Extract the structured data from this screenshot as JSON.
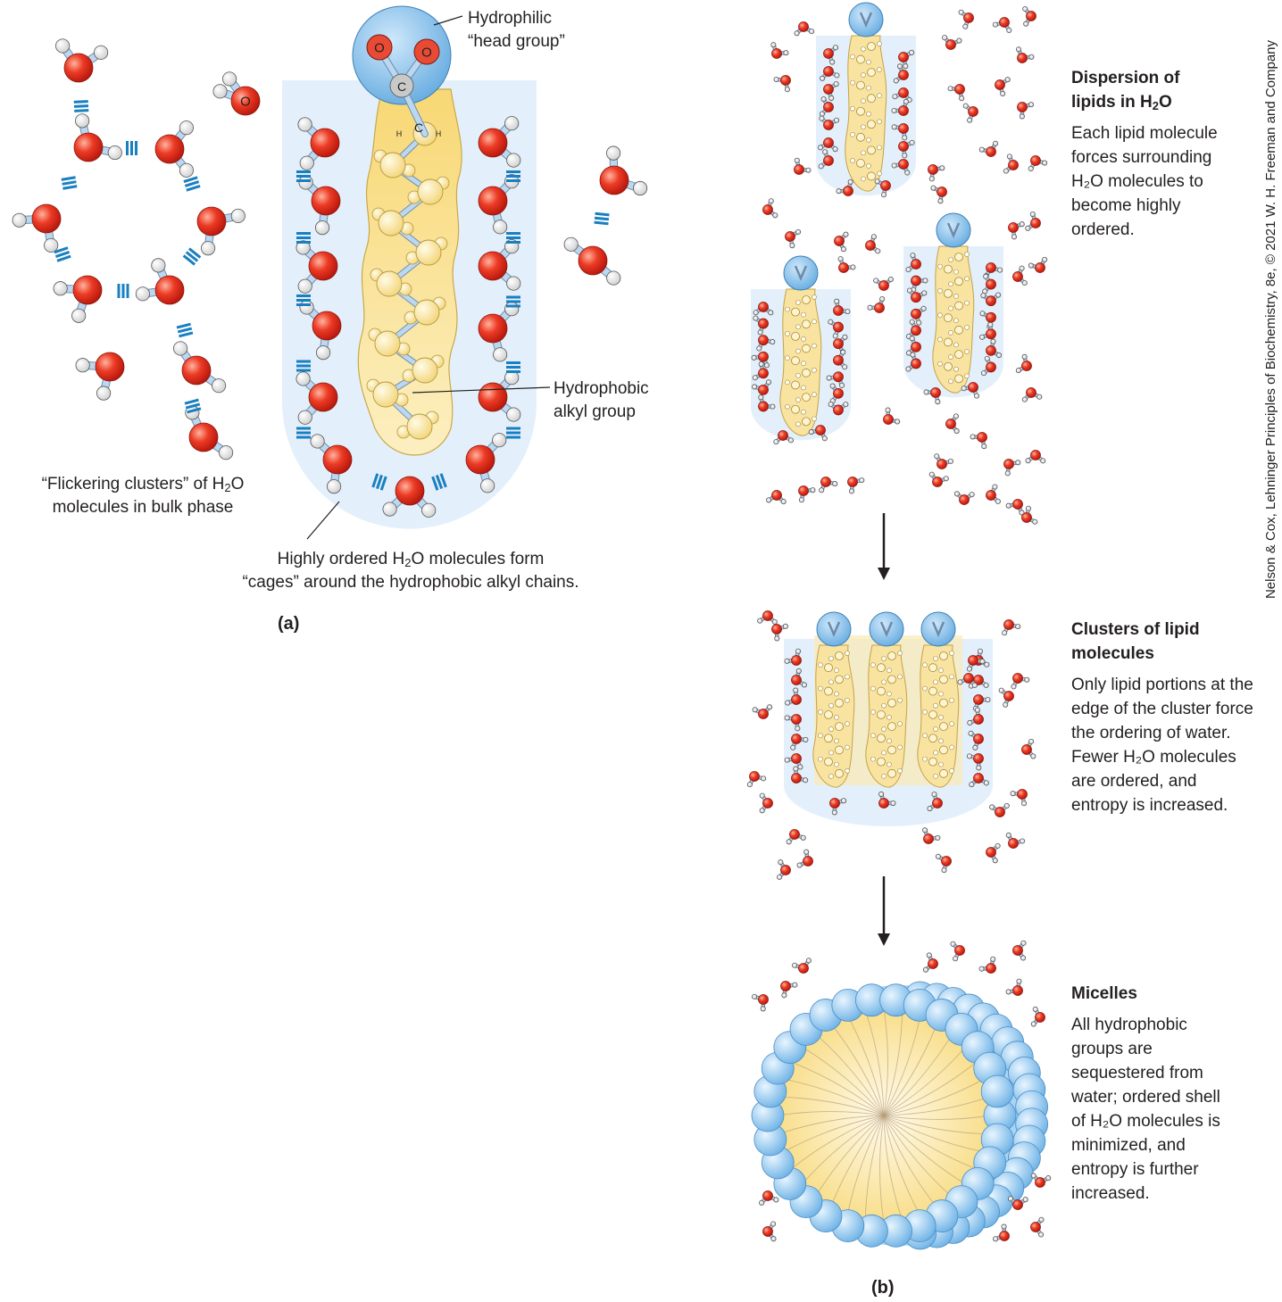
{
  "panel_a": {
    "label": "(a)",
    "head_label_line1": "Hydrophilic",
    "head_label_line2": "“head group”",
    "alkyl_label_line1": "Hydrophobic",
    "alkyl_label_line2": "alkyl group",
    "flicker_label_pre": "“Flickering clusters” of H",
    "flicker_label_sub": "2",
    "flicker_label_post": "O",
    "flicker_label_line2": "molecules in bulk phase",
    "cage_label_pre": "Highly ordered H",
    "cage_label_sub": "2",
    "cage_label_post": "O molecules form",
    "cage_label_line2": "“cages” around the hydrophobic alkyl chains.",
    "atoms": {
      "oxygen": "O",
      "carbon": "C",
      "hydrogen": "H"
    }
  },
  "panel_b": {
    "label": "(b)",
    "stages": [
      {
        "title_pre": "Dispersion of",
        "title_line2_pre": "lipids in H",
        "title_sub": "2",
        "title_post": "O",
        "body": "Each lipid molecule forces surrounding H₂O molecules to become highly ordered."
      },
      {
        "title_line1": "Clusters of lipid",
        "title_line2": "molecules",
        "body": "Only lipid portions at the edge of the cluster force the ordering of water. Fewer H₂O molecules are ordered, and entropy is increased."
      },
      {
        "title_line1": "Micelles",
        "body": "All hydrophobic groups are sequestered from water;  ordered shell of H₂O molecules is minimized, and entropy is further increased."
      }
    ]
  },
  "credit": "Nelson & Cox, Lehninger Principles of Biochemistry, 8e, © 2021 W. H. Freeman and Company",
  "colors": {
    "water_oxygen": "#e8412e",
    "hbond": "#1a7fc0",
    "cage_bg": "#e3f0fb",
    "alkyl": "#f7df8e",
    "head": "#7ab8e6",
    "micelle_bead": "#9fd0f2"
  }
}
